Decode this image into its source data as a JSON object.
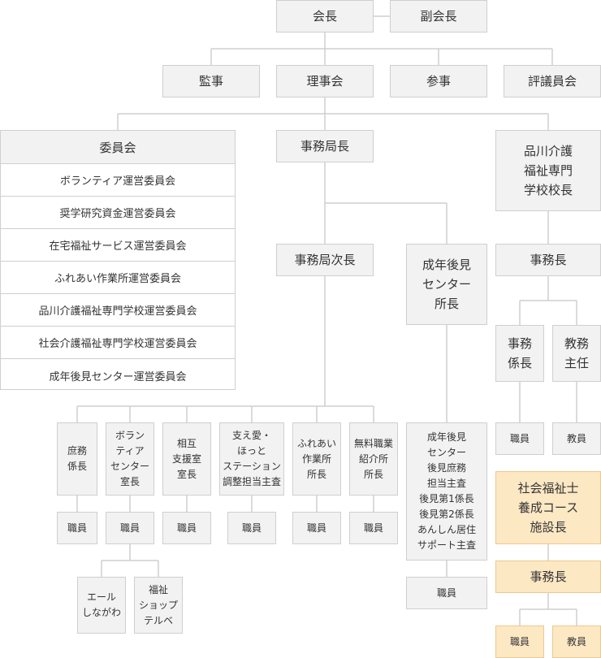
{
  "org": {
    "chair": "会長",
    "vice_chair": "副会長",
    "auditor": "監事",
    "board": "理事会",
    "counselor": "参事",
    "council": "評議員会",
    "committee": {
      "title": "委員会",
      "items": [
        "ボランティア運営委員会",
        "奨学研究資金運営委員会",
        "在宅福祉サービス運営委員会",
        "ふれあい作業所運営委員会",
        "品川介護福祉専門学校運営委員会",
        "社会介護福祉専門学校運営委員会",
        "成年後見センター運営委員会"
      ]
    },
    "secretary_general": "事務局長",
    "deputy_secretary_general": "事務局次長",
    "guardianship_center_director": "成年後見\nセンター\n所長",
    "guardianship_center_staff": "成年後見\nセンター\n後見庶務\n担当主査\n後見第1係長\n後見第2係長\nあんしん居住\nサポート主査",
    "guardianship_center_employees": "職員",
    "school_principal": "品川介護\n福祉専門\n学校校長",
    "school_office_manager": "事務長",
    "school_office_chief": "事務\n係長",
    "school_academic_chief": "教務\n主任",
    "school_staff": "職員",
    "school_teachers": "教員",
    "sw_course_head": "社会福祉士\n養成コース\n施設長",
    "sw_office_manager": "事務長",
    "sw_staff": "職員",
    "sw_teachers": "教員",
    "departments": [
      {
        "title": "庶務\n係長",
        "staff": "職員"
      },
      {
        "title": "ボラン\nティア\nセンター\n室長",
        "staff": "職員"
      },
      {
        "title": "相互\n支援室\n室長",
        "staff": "職員"
      },
      {
        "title": "支え愛・\nほっと\nステーション\n調整担当主査",
        "staff": "職員"
      },
      {
        "title": "ふれあい\n作業所\n所長",
        "staff": "職員"
      },
      {
        "title": "無料職業\n紹介所\n所長",
        "staff": "職員"
      }
    ],
    "volunteer_sub": [
      "エール\nしながわ",
      "福祉\nショップ\nテルベ"
    ]
  }
}
